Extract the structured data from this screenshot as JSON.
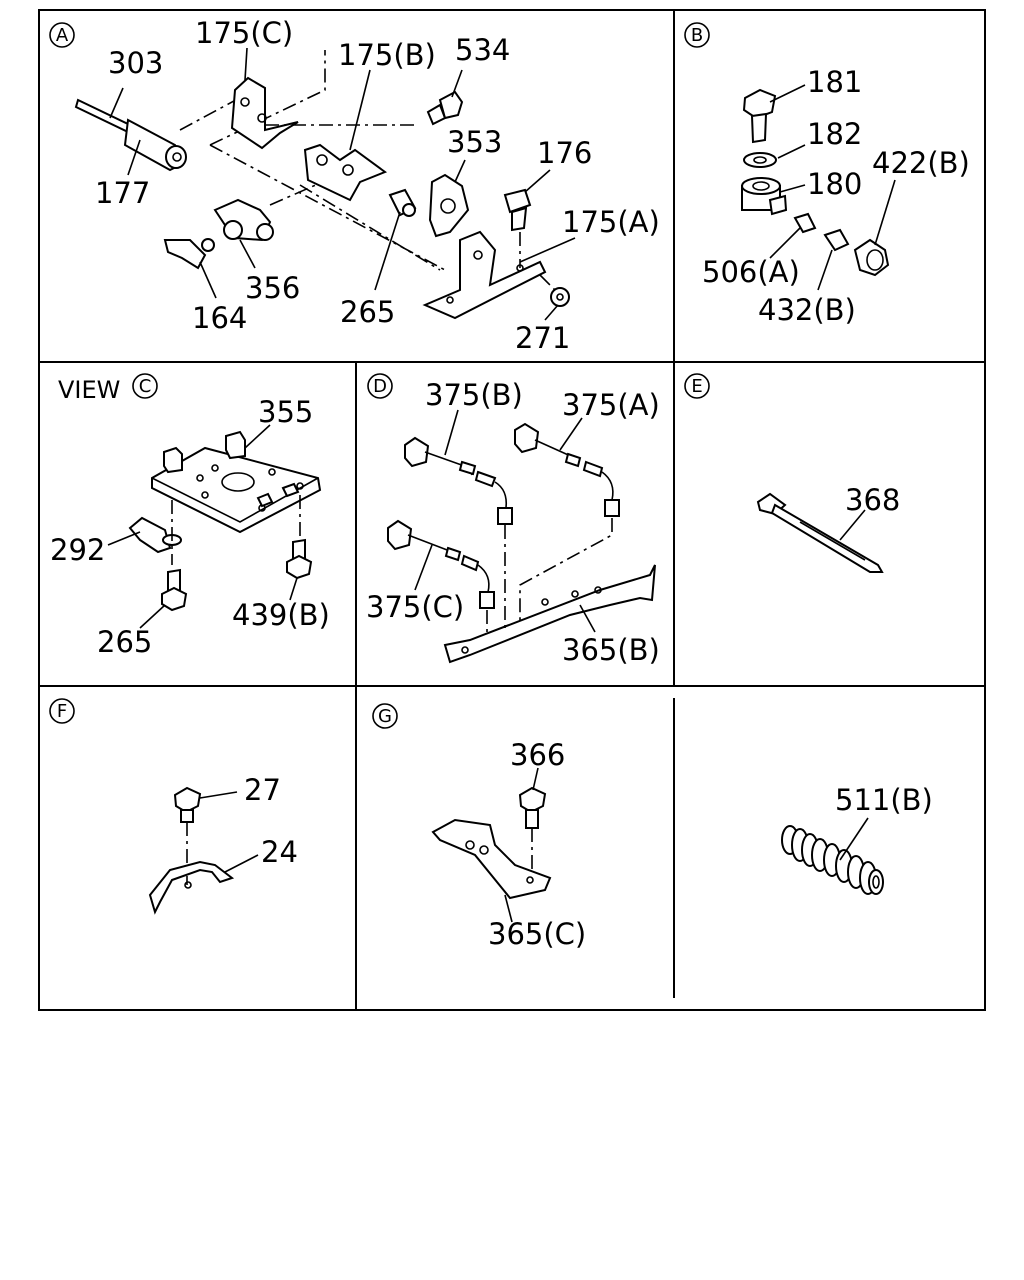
{
  "panels": [
    {
      "id": "A",
      "badge": "A",
      "prefix": "",
      "callouts": [
        "303",
        "175(C)",
        "175(B)",
        "534",
        "353",
        "176",
        "175(A)",
        "177",
        "356",
        "164",
        "265",
        "271"
      ]
    },
    {
      "id": "B",
      "badge": "B",
      "prefix": "",
      "callouts": [
        "181",
        "182",
        "180",
        "422(B)",
        "506(A)",
        "432(B)"
      ]
    },
    {
      "id": "C",
      "badge": "C",
      "prefix": "VIEW",
      "callouts": [
        "355",
        "292",
        "265",
        "439(B)"
      ]
    },
    {
      "id": "D",
      "badge": "D",
      "prefix": "",
      "callouts": [
        "375(B)",
        "375(A)",
        "375(C)",
        "365(B)"
      ]
    },
    {
      "id": "E",
      "badge": "E",
      "prefix": "",
      "callouts": [
        "368"
      ]
    },
    {
      "id": "F",
      "badge": "F",
      "prefix": "",
      "callouts": [
        "27",
        "24"
      ]
    },
    {
      "id": "G",
      "badge": "G",
      "prefix": "",
      "callouts": [
        "366",
        "365(C)"
      ]
    },
    {
      "id": "H",
      "badge": "",
      "prefix": "",
      "callouts": [
        "511(B)"
      ]
    }
  ]
}
